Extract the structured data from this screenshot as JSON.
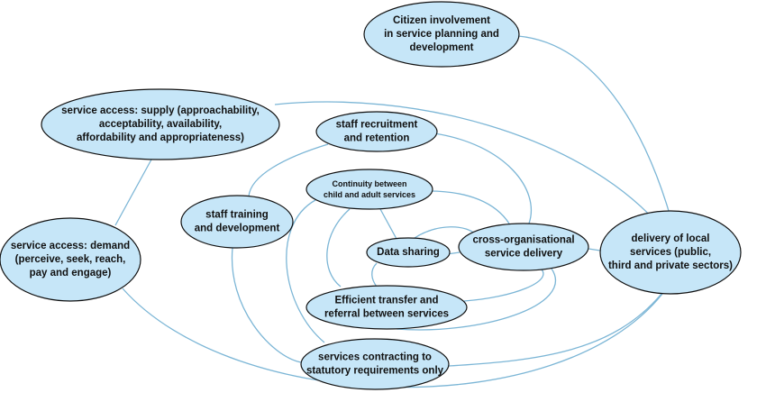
{
  "nodes": [
    {
      "id": "citizen",
      "lines": [
        "Citizen involvement",
        "in service planning and",
        "development"
      ]
    },
    {
      "id": "supply",
      "lines": [
        "service access: supply (approachability,",
        "acceptability, availability,",
        "affordability and appropriateness)"
      ]
    },
    {
      "id": "demand",
      "lines": [
        "service access: demand",
        "(perceive, seek, reach,",
        "pay and engage)"
      ]
    },
    {
      "id": "recruitment",
      "lines": [
        "staff recruitment",
        "and retention"
      ]
    },
    {
      "id": "continuity",
      "lines": [
        "Continuity between",
        "child and adult services"
      ]
    },
    {
      "id": "training",
      "lines": [
        "staff training",
        "and development"
      ]
    },
    {
      "id": "datasharing",
      "lines": [
        "Data sharing"
      ]
    },
    {
      "id": "crossorg",
      "lines": [
        "cross-organisational",
        "service delivery"
      ]
    },
    {
      "id": "local",
      "lines": [
        "delivery of local",
        "services (public,",
        "third and private sectors)"
      ]
    },
    {
      "id": "transfer",
      "lines": [
        "Efficient transfer and",
        "referral between services"
      ]
    },
    {
      "id": "contracting",
      "lines": [
        "services contracting to",
        "statutory requirements only"
      ]
    }
  ]
}
